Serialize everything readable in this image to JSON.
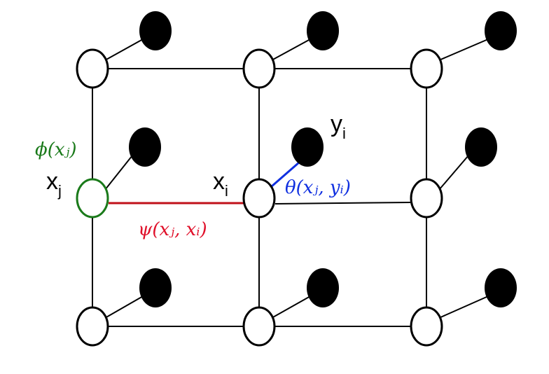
{
  "labels": {
    "phi": "ϕ(xⱼ)",
    "psi": "ψ(xⱼ, xᵢ)",
    "theta": "θ(xⱼ, yᵢ)",
    "xj_base": "x",
    "xj_sub": "j",
    "xi_base": "x",
    "xi_sub": "i",
    "yi_base": "y",
    "yi_sub": "i"
  },
  "colors": {
    "phi": "#1a7a1a",
    "psi": "#e0102a",
    "theta": "#1030e0",
    "edge_psi": "#c0101a",
    "edge_theta": "#1030e0",
    "node_xj": "#1a7a1a"
  }
}
